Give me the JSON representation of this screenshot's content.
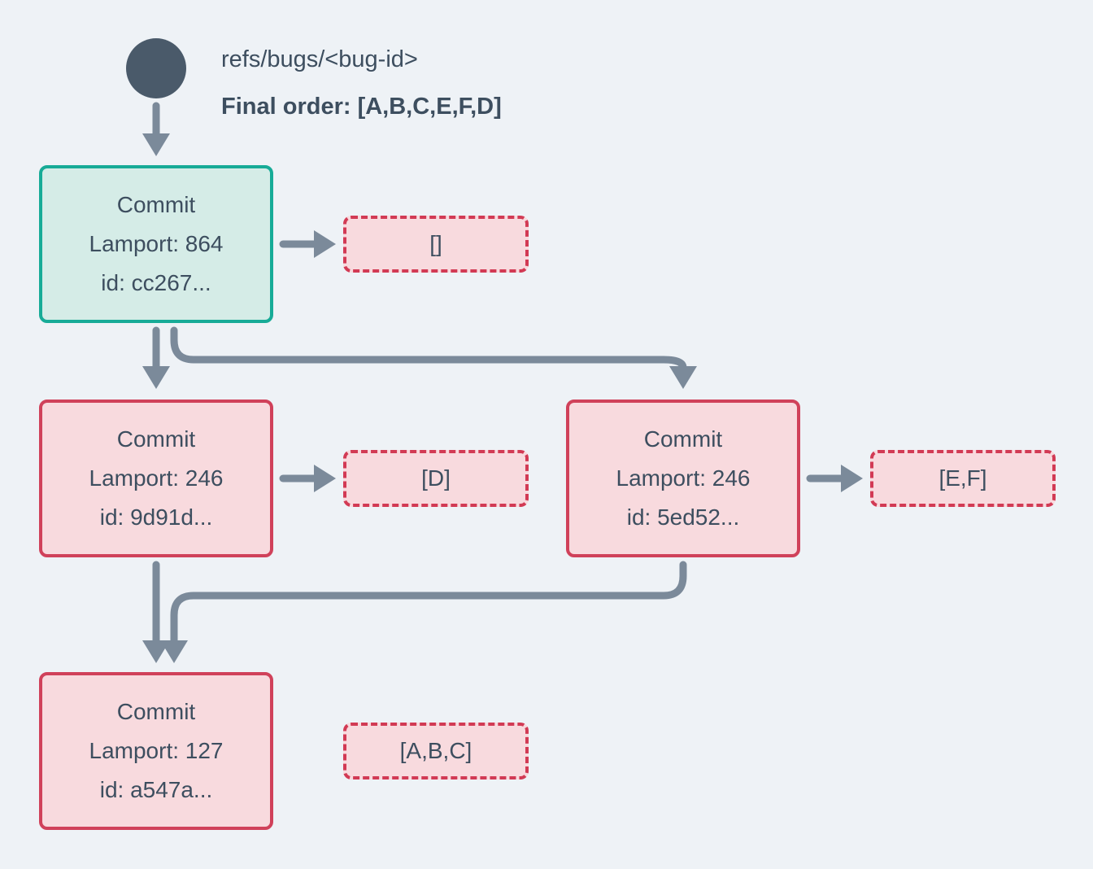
{
  "header": {
    "ref_label": "refs/bugs/<bug-id>",
    "final_order": "Final order: [A,B,C,E,F,D]"
  },
  "nodes": {
    "root": {
      "title": "Commit",
      "lamport": "Lamport: 864",
      "id": "id: cc267...",
      "ops": "[]"
    },
    "left": {
      "title": "Commit",
      "lamport": "Lamport: 246",
      "id": "id: 9d91d...",
      "ops": "[D]"
    },
    "right": {
      "title": "Commit",
      "lamport": "Lamport: 246",
      "id": "id: 5ed52...",
      "ops": "[E,F]"
    },
    "bottom": {
      "title": "Commit",
      "lamport": "Lamport: 127",
      "id": "id: a547a...",
      "ops": "[A,B,C]"
    }
  },
  "colors": {
    "background": "#eef2f6",
    "slate_dark": "#4a5a6a",
    "text": "#3d4e5f",
    "arrow_gray": "#7b8a9a",
    "teal_border": "#17ab97",
    "teal_fill": "#d5ece7",
    "red_border": "#d0415a",
    "red_dashed": "#d23a54",
    "pink_fill": "#f8dade"
  }
}
